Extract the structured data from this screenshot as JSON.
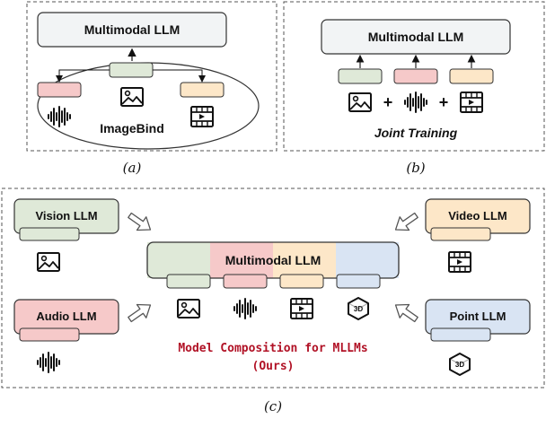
{
  "colors": {
    "green": "#dfe9d8",
    "red": "#f6c9c9",
    "orange": "#fde7c8",
    "blue": "#d9e4f3",
    "llm_fill": "#f2f4f5",
    "highlight_text": "#b11226"
  },
  "panel_a": {
    "llm_label": "Multimodal LLM",
    "encoder_label": "ImageBind",
    "caption": "(a)",
    "icons": [
      "image-icon",
      "audio-waveform-icon",
      "video-icon"
    ]
  },
  "panel_b": {
    "llm_label": "Multimodal LLM",
    "training_label": "Joint Training",
    "plus_1": "+",
    "plus_2": "+",
    "caption": "(b)",
    "icons": [
      "image-icon",
      "audio-waveform-icon",
      "video-icon"
    ]
  },
  "panel_c": {
    "vision_llm": "Vision LLM",
    "audio_llm": "Audio LLM",
    "video_llm": "Video LLM",
    "point_llm": "Point LLM",
    "center_llm": "Multimodal LLM",
    "title_line1": "Model Composition for MLLMs",
    "title_line2": "(Ours)",
    "caption": "(c)",
    "three_d_glyph": "3D",
    "icons": [
      "image-icon",
      "audio-waveform-icon",
      "video-icon",
      "3d-cube-icon"
    ]
  }
}
